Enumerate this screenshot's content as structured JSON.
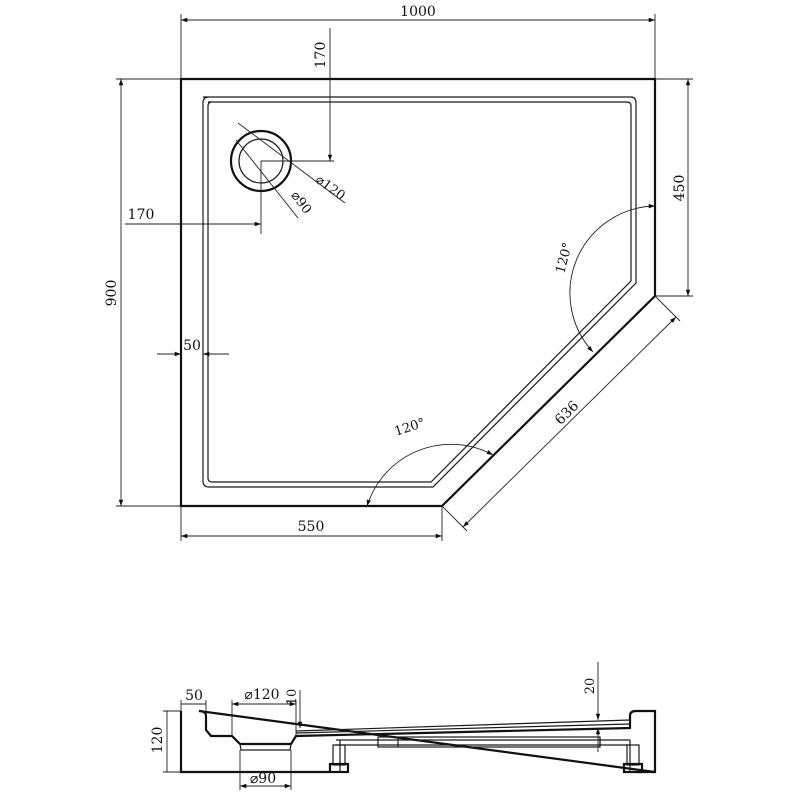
{
  "top_view": {
    "dim_width": "1000",
    "dim_height": "900",
    "dim_right_side": "450",
    "dim_bottom": "550",
    "dim_diagonal": "636",
    "dim_drain_offset_top": "170",
    "dim_drain_offset_left": "170",
    "dim_rim": "50",
    "dim_drain_outer": "⌀120",
    "dim_drain_inner": "⌀90",
    "angle_right": "120°",
    "angle_bottom": "120°"
  },
  "side_view": {
    "dim_rim": "50",
    "dim_drain_outer": "⌀120",
    "dim_drain_inner": "⌀90",
    "dim_step": "10",
    "dim_height": "120",
    "dim_slope": "20"
  }
}
